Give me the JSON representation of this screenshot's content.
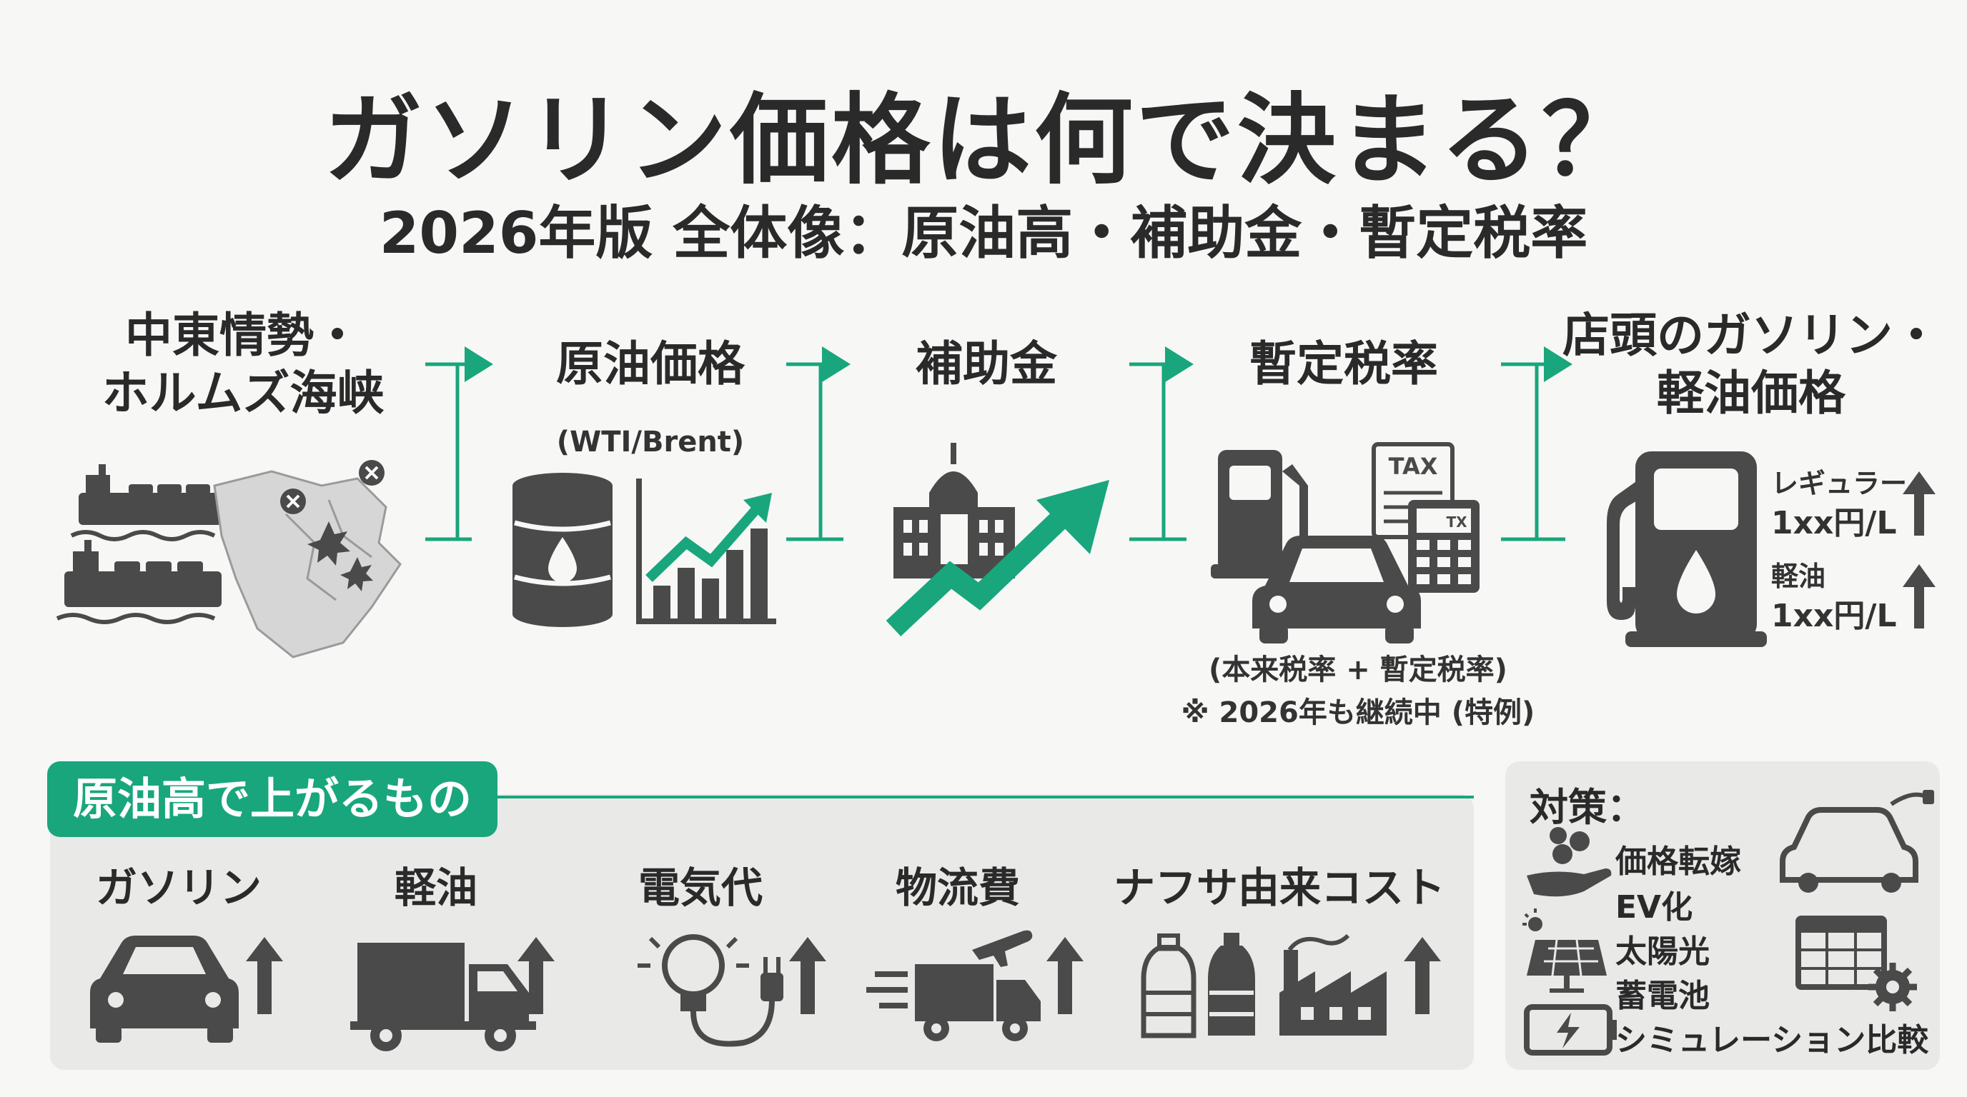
{
  "header": {
    "title": "ガソリン価格は何で決まる？",
    "subtitle": "2026年版 全体像：原油高・補助金・暫定税率"
  },
  "flow": {
    "stages": [
      {
        "line1": "中東情勢・",
        "line2": "ホルムズ海峡"
      },
      {
        "line1": "原油価格",
        "sublabel": "(WTI/Brent)"
      },
      {
        "line1": "補助金"
      },
      {
        "line1": "暫定税率",
        "note1": "(本来税率 + 暫定税率)",
        "note2": "※ 2026年も継続中 (特例)",
        "tax_label": "TAX",
        "calc_label": "TX"
      },
      {
        "line1": "店頭のガソリン・",
        "line2": "軽油価格",
        "prices": [
          {
            "name": "レギュラー",
            "value": "1xx円/L"
          },
          {
            "name": "軽油",
            "value": "1xx円/L"
          }
        ]
      }
    ]
  },
  "rising": {
    "badge": "原油高で上がるもの",
    "items": [
      {
        "label": "ガソリン",
        "icon": "car-icon"
      },
      {
        "label": "軽油",
        "icon": "truck-icon"
      },
      {
        "label": "電気代",
        "icon": "lightbulb-plug-icon"
      },
      {
        "label": "物流費",
        "icon": "delivery-truck-plane-icon"
      },
      {
        "label": "ナフサ由来コスト",
        "icon": "bottles-factory-icon"
      }
    ]
  },
  "measures": {
    "title": "対策：",
    "items": [
      "価格転嫁",
      "EV化",
      "太陽光",
      "蓄電池",
      "シミュレーション比較"
    ]
  },
  "colors": {
    "accent": "#19a67c",
    "icon": "#4a4a4a",
    "panel": "#e9e9e8"
  }
}
